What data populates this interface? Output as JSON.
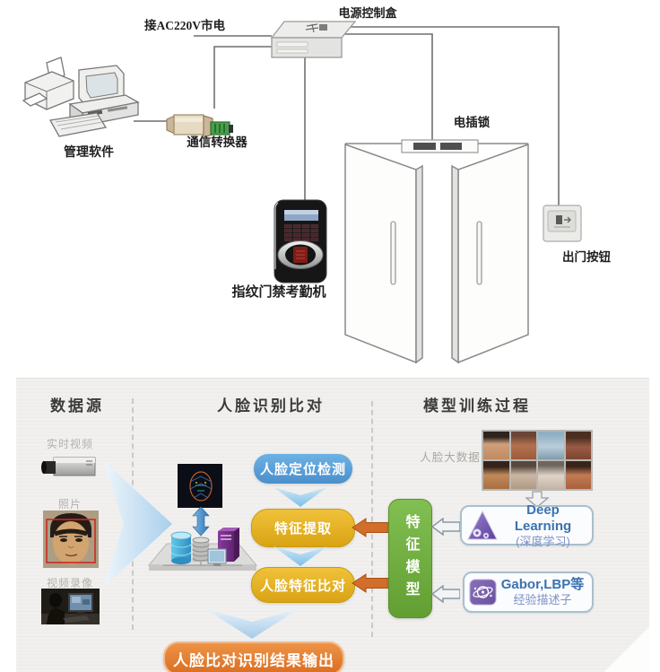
{
  "top": {
    "ac_power": "接AC220V市电",
    "power_box": "电源控制盒",
    "software": "管理软件",
    "converter": "通信转换器",
    "lock": "电插锁",
    "fingerprint": "指纹门禁考勤机",
    "exit_button": "出门按钮"
  },
  "flow": {
    "headers": {
      "source": "数据源",
      "recognition": "人脸识别比对",
      "training": "模型训练过程"
    },
    "sources": {
      "realtime": "实时视频",
      "photo": "照片",
      "video": "视频录像"
    },
    "steps": {
      "detect": "人脸定位检测",
      "extract": "特征提取",
      "compare": "人脸特征比对"
    },
    "result": "人脸比对识别结果输出",
    "model": "特征模型",
    "bigdata": "人脸大数据",
    "deep": {
      "title": "Deep Learning",
      "sub": "(深度学习)"
    },
    "gabor": {
      "title": "Gabor,LBP等",
      "sub": "经验描述子"
    }
  },
  "colors": {
    "detect_blue": "#5b9fd6",
    "step_gold": "#e2ac1c",
    "result_orange": "#e0762e",
    "model_green": "#6fae3e",
    "arrow_orange": "#d06a28",
    "ml_text_blue": "#3a72b0",
    "panel_gray": "#f1f0ee"
  }
}
